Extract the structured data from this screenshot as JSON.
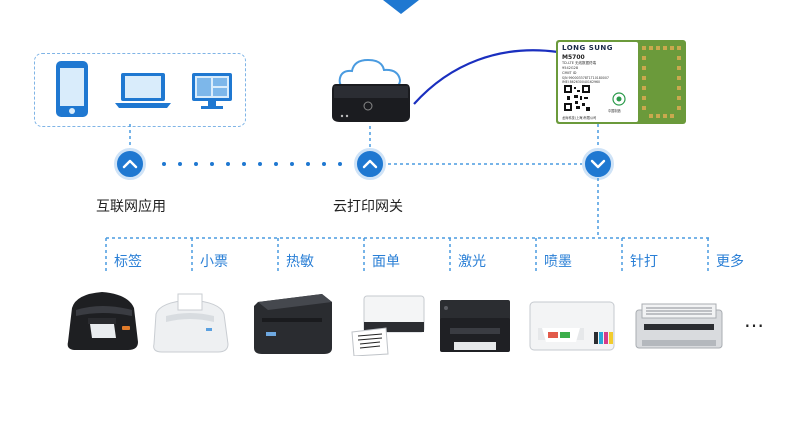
{
  "nodes": {
    "internet_app_label": "互联网应用",
    "cloud_gateway_label": "云打印网关"
  },
  "module": {
    "brand": "LONG SUNG",
    "model": "M5700",
    "line1": "TD-LTE 无线数据终端",
    "line2": "9542G28",
    "line3": "CMIIT ID",
    "line4": "S/N 990003378T1T10180007",
    "line5": "IMEI 862630040162960",
    "footer": "龙尚科技(上海)有限公司",
    "badge": "中国制造"
  },
  "categories": [
    {
      "label": "标签"
    },
    {
      "label": "小票"
    },
    {
      "label": "热敏"
    },
    {
      "label": "面单"
    },
    {
      "label": "激光"
    },
    {
      "label": "喷墨"
    },
    {
      "label": "针打"
    },
    {
      "label": "更多"
    }
  ],
  "more_symbol": "…",
  "icons": [
    "smartphone-icon",
    "laptop-icon",
    "monitor-icon",
    "cloud-icon",
    "chevron-up-icon",
    "chevron-down-icon"
  ],
  "colors": {
    "accent": "#1f78d1",
    "line": "#4a9be0",
    "wire": "#1a2fbf",
    "category_text": "#2a7fd6"
  }
}
